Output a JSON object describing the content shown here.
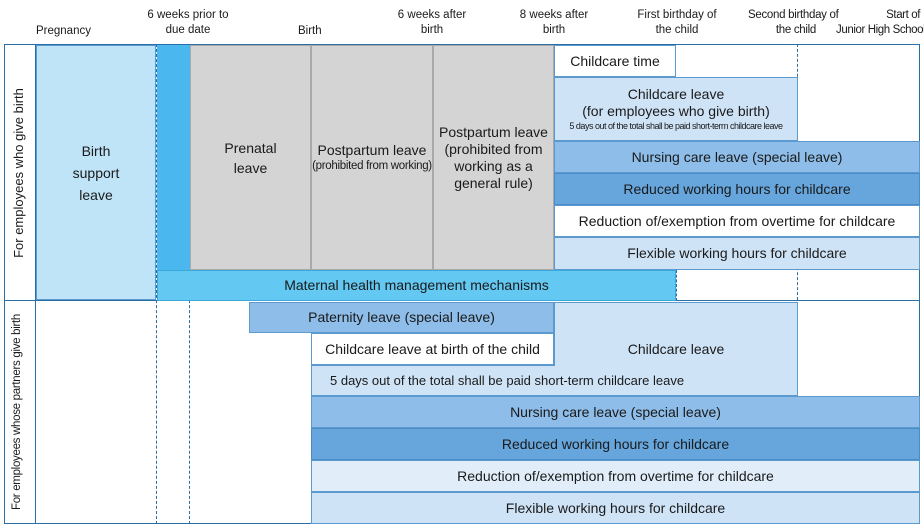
{
  "headers": {
    "pregnancy": "Pregnancy",
    "six_weeks_prior_l1": "6 weeks prior to",
    "six_weeks_prior_l2": "due date",
    "birth": "Birth",
    "six_weeks_after_l1": "6 weeks after",
    "six_weeks_after_l2": "birth",
    "eight_weeks_after_l1": "8 weeks after",
    "eight_weeks_after_l2": "birth",
    "first_birthday_l1": "First birthday of",
    "first_birthday_l2": "the child",
    "second_birthday_l1": "Second birthday of",
    "second_birthday_l2": "the child",
    "start_jhs_l1": "Start of",
    "start_jhs_l2": "Junior High School"
  },
  "rows": {
    "give_birth": "For employees who give birth",
    "partners": "For employees whose partners give birth"
  },
  "give_birth": {
    "birth_support_l1": "Birth",
    "birth_support_l2": "support",
    "birth_support_l3": "leave",
    "prenatal_l1": "Prenatal",
    "prenatal_l2": "leave",
    "postpartum1_l1": "Postpartum leave",
    "postpartum1_l2": "(prohibited from working)",
    "postpartum2_l1": "Postpartum leave",
    "postpartum2_l2": "(prohibited from",
    "postpartum2_l3": "working as a",
    "postpartum2_l4": "general rule)",
    "childcare_time": "Childcare time",
    "childcare_leave_l1": "Childcare leave",
    "childcare_leave_l2": "(for employees who give birth)",
    "childcare_leave_l3": "5 days out of the total shall be paid short-term childcare leave",
    "nursing": "Nursing care leave (special leave)",
    "reduced": "Reduced working hours for childcare",
    "overtime": "Reduction of/exemption from overtime for childcare",
    "flexible": "Flexible working hours for childcare",
    "maternal": "Maternal health management mechanisms"
  },
  "partners": {
    "paternity": "Paternity leave (special leave)",
    "childcare_at_birth": "Childcare leave at birth of the child",
    "childcare_leave": "Childcare leave",
    "paid_note": "5 days out of the total shall be paid short-term childcare leave",
    "nursing": "Nursing care leave (special leave)",
    "reduced": "Reduced working hours for childcare",
    "overtime": "Reduction of/exemption from overtime for childcare",
    "flexible": "Flexible working hours for childcare"
  }
}
